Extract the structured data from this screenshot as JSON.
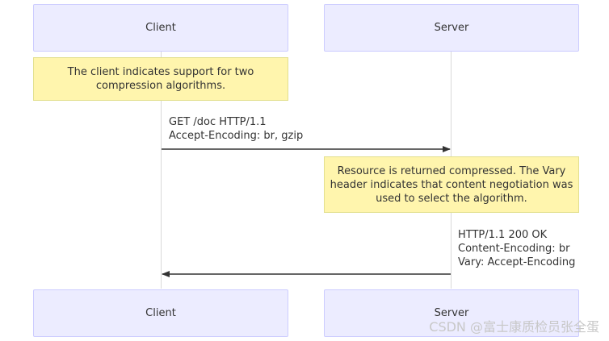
{
  "participants": {
    "client": "Client",
    "server": "Server"
  },
  "notes": {
    "client_note": "The client indicates support for two\ncompression algorithms.",
    "server_note": "Resource is returned compressed. The Vary\nheader indicates that content negotiation was\nused to select the algorithm."
  },
  "messages": {
    "request": "GET /doc HTTP/1.1\nAccept-Encoding: br, gzip",
    "response": "HTTP/1.1 200 OK\nContent-Encoding: br\nVary: Accept-Encoding"
  },
  "watermark": "CSDN @富士康质检员张全蛋",
  "colors": {
    "actor_fill": "#ececff",
    "actor_border": "#ccccff",
    "note_fill": "#fff5ad",
    "note_border": "#e2e08f",
    "arrow": "#333333"
  }
}
